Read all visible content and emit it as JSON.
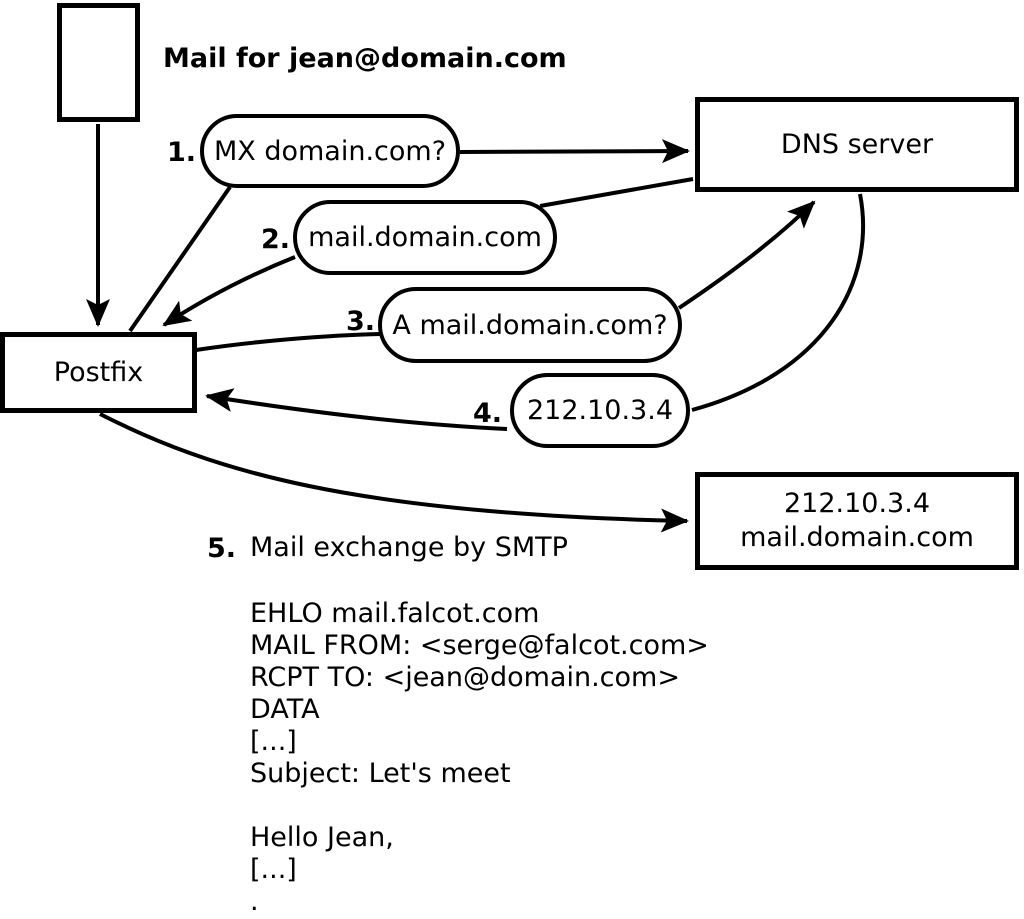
{
  "diagram": {
    "title_note": "Mail for jean@domain.com",
    "nodes": {
      "postfix": "Postfix",
      "dns": "DNS server",
      "destination": {
        "line1": "212.10.3.4",
        "line2": "mail.domain.com"
      }
    },
    "steps": [
      {
        "num": "1.",
        "label": "MX domain.com?"
      },
      {
        "num": "2.",
        "label": "mail.domain.com"
      },
      {
        "num": "3.",
        "label": "A mail.domain.com?"
      },
      {
        "num": "4.",
        "label": "212.10.3.4"
      },
      {
        "num": "5.",
        "label": "Mail exchange by SMTP"
      }
    ],
    "smtp_transcript": [
      "EHLO mail.falcot.com",
      "MAIL FROM: <serge@falcot.com>",
      "RCPT TO: <jean@domain.com>",
      "DATA",
      "[...]",
      "Subject: Let's meet",
      "",
      "Hello Jean,",
      "[...]",
      "."
    ]
  },
  "colors": {
    "ink": "#000000",
    "background": "#ffffff"
  }
}
